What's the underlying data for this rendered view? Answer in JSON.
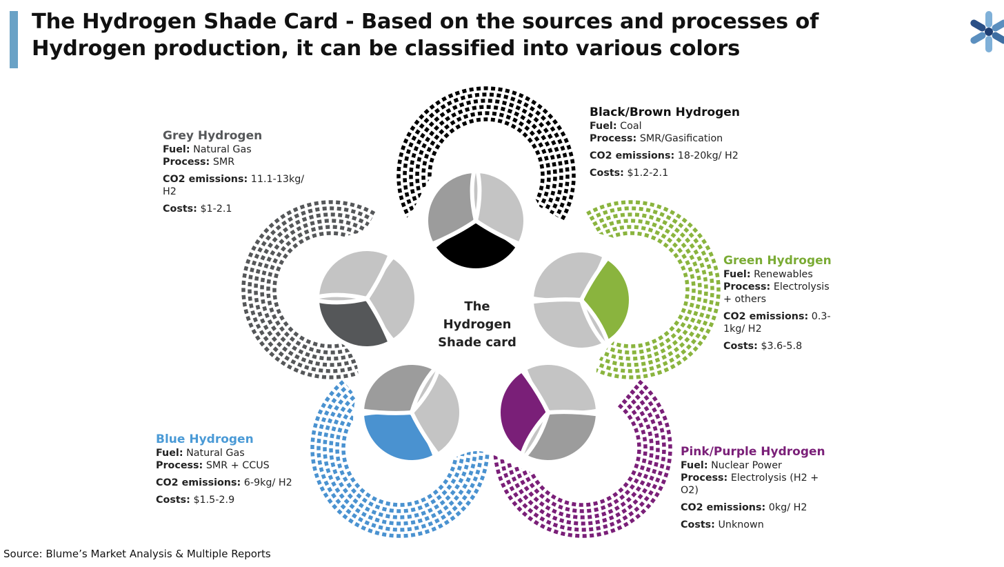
{
  "header": {
    "title_line1": "The Hydrogen Shade Card - Based on the sources and processes of",
    "title_line2": "Hydrogen production, it can be classified into various colors"
  },
  "logo": {
    "icon": "asterisk-logo-icon",
    "color": "#5b8fbf"
  },
  "center": {
    "line1": "The",
    "line2": "Hydrogen",
    "line3": "Shade card"
  },
  "field_labels": {
    "fuel": "Fuel:",
    "process": "Process:",
    "co2": "CO2 emissions:",
    "costs": "Costs:"
  },
  "colors": {
    "black": "#000000",
    "grey": "#555759",
    "green": "#8ab43e",
    "blue": "#4a92d0",
    "purple": "#7a1f78",
    "light_grey": "#c4c4c4",
    "mid_grey": "#9c9c9c"
  },
  "hydrogen_types": {
    "black": {
      "name": "Black/Brown Hydrogen",
      "fuel": "Coal",
      "process": "SMR/Gasification",
      "co2": "18-20kg/ H2",
      "costs": "$1.2-2.1"
    },
    "grey": {
      "name": "Grey Hydrogen",
      "fuel": "Natural Gas",
      "process": "SMR",
      "co2_a": "11.1-13kg/",
      "co2_b": "H2",
      "costs": "$1-2.1"
    },
    "green": {
      "name": "Green Hydrogen",
      "fuel": "Renewables",
      "process_a": "Electrolysis",
      "process_b": "+ others",
      "co2_a": "0.3-",
      "co2_b": "1kg/ H2",
      "costs": "$3.6-5.8"
    },
    "blue": {
      "name": "Blue Hydrogen",
      "fuel": "Natural Gas",
      "process": "SMR + CCUS",
      "co2": "6-9kg/ H2",
      "costs": "$1.5-2.9"
    },
    "purple": {
      "name": "Pink/Purple Hydrogen",
      "fuel": "Nuclear Power",
      "process_a": "Electrolysis (H2 +",
      "process_b": "O2)",
      "co2": "0kg/ H2",
      "costs": "Unknown"
    }
  },
  "footer": {
    "source": "Source: Blume’s Market Analysis & Multiple Reports"
  }
}
